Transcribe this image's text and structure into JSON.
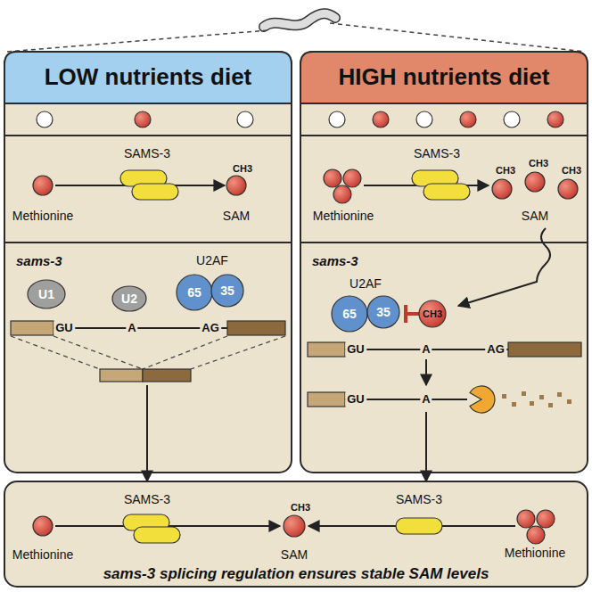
{
  "diagram": {
    "nodes": [
      {
        "text": [
          "LOW nutrients diet"
        ]
      },
      {
        "text": [
          "SAMS-3",
          "CH3",
          "Methionine",
          "SAM"
        ],
        "in": 0
      },
      {
        "text": [
          "sams-3",
          "U2AF",
          "GU",
          "A",
          "AG"
        ],
        "in": 0
      },
      {
        "text": [
          "U1"
        ],
        "in": 2
      },
      {
        "text": [
          "U2"
        ],
        "in": 2
      },
      {
        "text": [
          "65"
        ],
        "in": 2
      },
      {
        "text": [
          "35"
        ],
        "in": 2
      },
      {
        "text": [
          "HIGH nutrients diet"
        ]
      },
      {
        "text": [
          "SAMS-3",
          "CH3",
          "CH3",
          "CH3",
          "Methionine",
          "SAM"
        ],
        "in": 7
      },
      {
        "text": [
          "sams-3",
          "U2AF",
          "CH3",
          "GU",
          "A",
          "AG",
          "GU",
          "A"
        ],
        "in": 7
      },
      {
        "text": [
          "65"
        ],
        "in": 9
      },
      {
        "text": [
          "35"
        ],
        "in": 9
      },
      {
        "text": [
          "Methionine",
          "SAMS-3",
          "CH3",
          "SAM",
          "SAMS-3",
          "Methionine",
          "sams-3 splicing regulation ensures stable SAM levels"
        ]
      }
    ],
    "edges": [
      {
        "from": 2,
        "to": 12,
        "arrow": "to"
      },
      {
        "from": 9,
        "to": 12,
        "arrow": "to"
      }
    ]
  }
}
